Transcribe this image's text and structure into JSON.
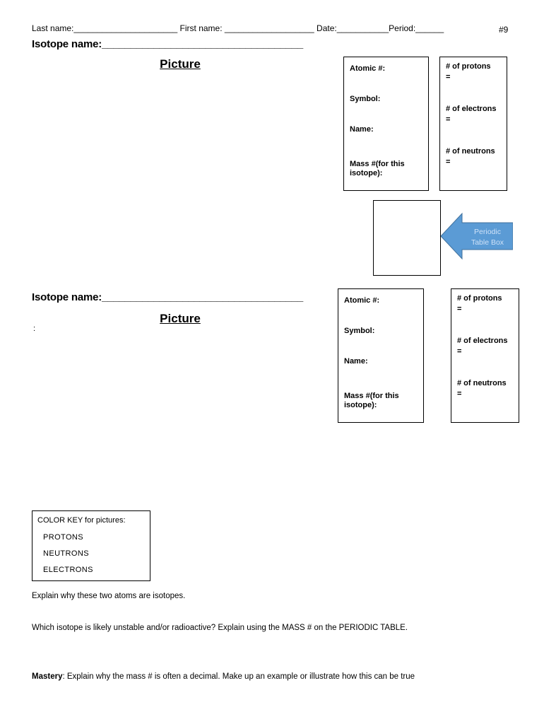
{
  "page_number": "#9",
  "header": {
    "last_name_label": "Last name:",
    "last_name_blank": "______________________",
    "first_name_label": " First name: ",
    "first_name_blank": "___________________",
    "date_label": " Date:",
    "date_blank": "___________",
    "period_label": "Period:",
    "period_blank": "______"
  },
  "section1": {
    "isotope_name_label": "Isotope name",
    "isotope_name_colon": ":",
    "isotope_name_blank": "___________________________________",
    "picture_title": "Picture",
    "info_box": {
      "atomic_label": "Atomic #:",
      "symbol_label": "Symbol:",
      "name_label": "Name:",
      "mass_label": "Mass #(for this isotope):"
    },
    "counts": [
      {
        "label": "# of protons",
        "eq": "="
      },
      {
        "label": "# of electrons",
        "eq": "="
      },
      {
        "label": "# of neutrons",
        "eq": "="
      }
    ]
  },
  "arrow": {
    "label_line1": "Periodic",
    "label_line2": "Table Box",
    "fill": "#5b9bd5",
    "border": "#41719c",
    "text_color": "#cfe2f8"
  },
  "section2": {
    "isotope_name_label": "Isotope name",
    "isotope_name_colon": ":",
    "isotope_name_blank": "___________________________________",
    "picture_title": "Picture",
    "stray_colon": ":",
    "info_box": {
      "atomic_label": "Atomic #:",
      "symbol_label": "Symbol:",
      "name_label": "Name:",
      "mass_label": "Mass #(for this isotope):"
    },
    "counts": [
      {
        "label": "# of protons",
        "eq": "="
      },
      {
        "label": "# of electrons",
        "eq": "="
      },
      {
        "label": "# of neutrons",
        "eq": "="
      }
    ]
  },
  "color_key": {
    "title": "COLOR KEY for pictures:",
    "items": [
      "PROTONS",
      "NEUTRONS",
      "ELECTRONS"
    ]
  },
  "questions": {
    "q1": "Explain why these two atoms are isotopes.",
    "q2": "Which isotope is likely unstable and/or radioactive?  Explain using the MASS # on the PERIODIC TABLE.",
    "mastery_label": "Mastery",
    "mastery_text": ": Explain why the mass # is often a decimal.  Make up an example or illustrate how this can be true"
  }
}
